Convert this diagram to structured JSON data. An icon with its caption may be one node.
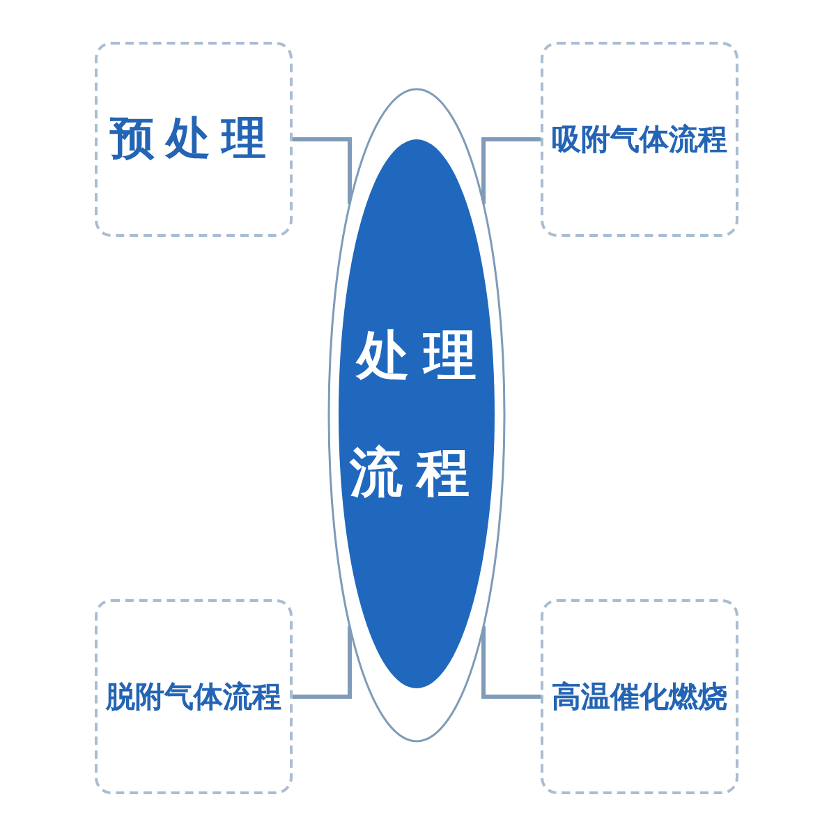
{
  "diagram": {
    "nodes": [
      {
        "text": [
          "预处理"
        ]
      },
      {
        "text": [
          "吸附气体流程"
        ]
      },
      {
        "text": [
          "处理流程"
        ]
      },
      {
        "text": [
          "脱附气体流程"
        ]
      },
      {
        "text": [
          "高温催化燃烧"
        ]
      }
    ],
    "edges": [
      {
        "from": 2,
        "to": 0,
        "arrow": "none"
      },
      {
        "from": 2,
        "to": 1,
        "arrow": "none"
      },
      {
        "from": 2,
        "to": 3,
        "arrow": "none"
      },
      {
        "from": 2,
        "to": 4,
        "arrow": "none"
      }
    ]
  }
}
